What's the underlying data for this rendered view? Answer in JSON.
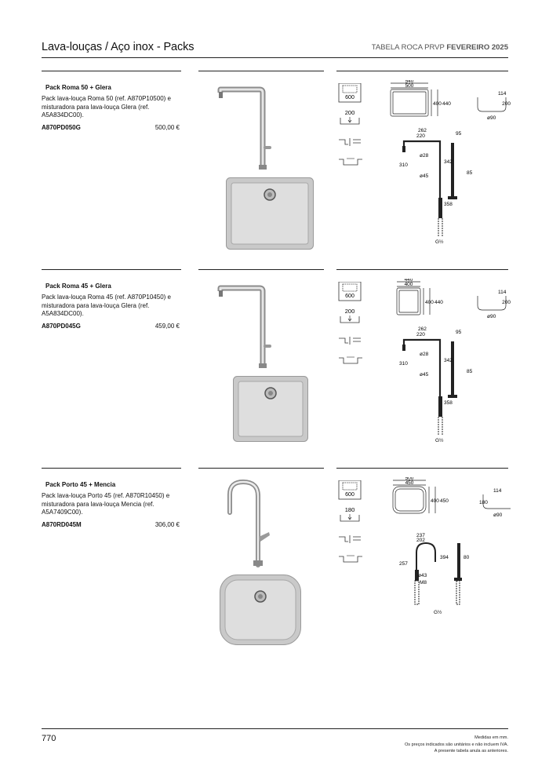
{
  "header": {
    "title": "Lava-louças / Aço inox - Packs",
    "catalog": "TABELA ROCA PRVP",
    "edition": "FEVEREIRO 2025"
  },
  "packs": [
    {
      "name": "Pack Roma 50 + Glera",
      "description": "Pack lava-louça Roma 50 (ref. A870P10500) e misturadora para lava-louça Glera (ref. A5A834DC00).",
      "ref": "A870PD050G",
      "price": "500,00 €",
      "specs": {
        "cabinet": "600",
        "depth": "200"
      },
      "dims": {
        "top1": "540",
        "top2": "500",
        "r1": "400",
        "r2": "440",
        "side_w": "114",
        "side_h": "200",
        "drain": "ø90",
        "f_top1": "262",
        "f_top2": "220",
        "f_h": "310",
        "f_d1": "ø28",
        "f_d2": "ø45",
        "f_h2": "342",
        "f_spray": "95",
        "f_sp2": "85",
        "f_base": "358",
        "f_conn": "G½"
      }
    },
    {
      "name": "Pack Roma 45 + Glera",
      "description": "Pack lava-louça Roma 45 (ref. A870P10450) e misturadora para lava-louça Glera (ref. A5A834DC00).",
      "ref": "A870PD045G",
      "price": "459,00 €",
      "specs": {
        "cabinet": "600",
        "depth": "200"
      },
      "dims": {
        "top1": "440",
        "top2": "400",
        "r1": "400",
        "r2": "440",
        "side_w": "114",
        "side_h": "200",
        "drain": "ø90",
        "f_top1": "262",
        "f_top2": "220",
        "f_h": "310",
        "f_d1": "ø28",
        "f_d2": "ø45",
        "f_h2": "342",
        "f_spray": "95",
        "f_sp2": "85",
        "f_base": "358",
        "f_conn": "G½"
      }
    },
    {
      "name": "Pack Porto 45 + Mencia",
      "description": "Pack lava-louça Porto 45 (ref. A870R10450) e misturadora para lava-louça Mencia (ref. A5A7409C00).",
      "ref": "A870RD045M",
      "price": "306,00 €",
      "specs": {
        "cabinet": "600",
        "depth": "180"
      },
      "dims": {
        "top1": "500",
        "top2": "450",
        "r1": "400",
        "r2": "450",
        "side_w": "114",
        "side_h": "180",
        "drain": "ø90",
        "f_top1": "237",
        "f_top2": "202",
        "f_h": "257",
        "f_d1": "ø43",
        "f_d2": "M8",
        "f_h2": "394",
        "f_spray": "80",
        "f_sp2": "",
        "f_base": "",
        "f_conn": "G½"
      }
    }
  ],
  "footer": {
    "page_number": "770",
    "notes": [
      "Medidas em mm.",
      "Os preços indicados são unitários e não incluem IVA.",
      "A presente tabela anula as anteriores."
    ]
  }
}
